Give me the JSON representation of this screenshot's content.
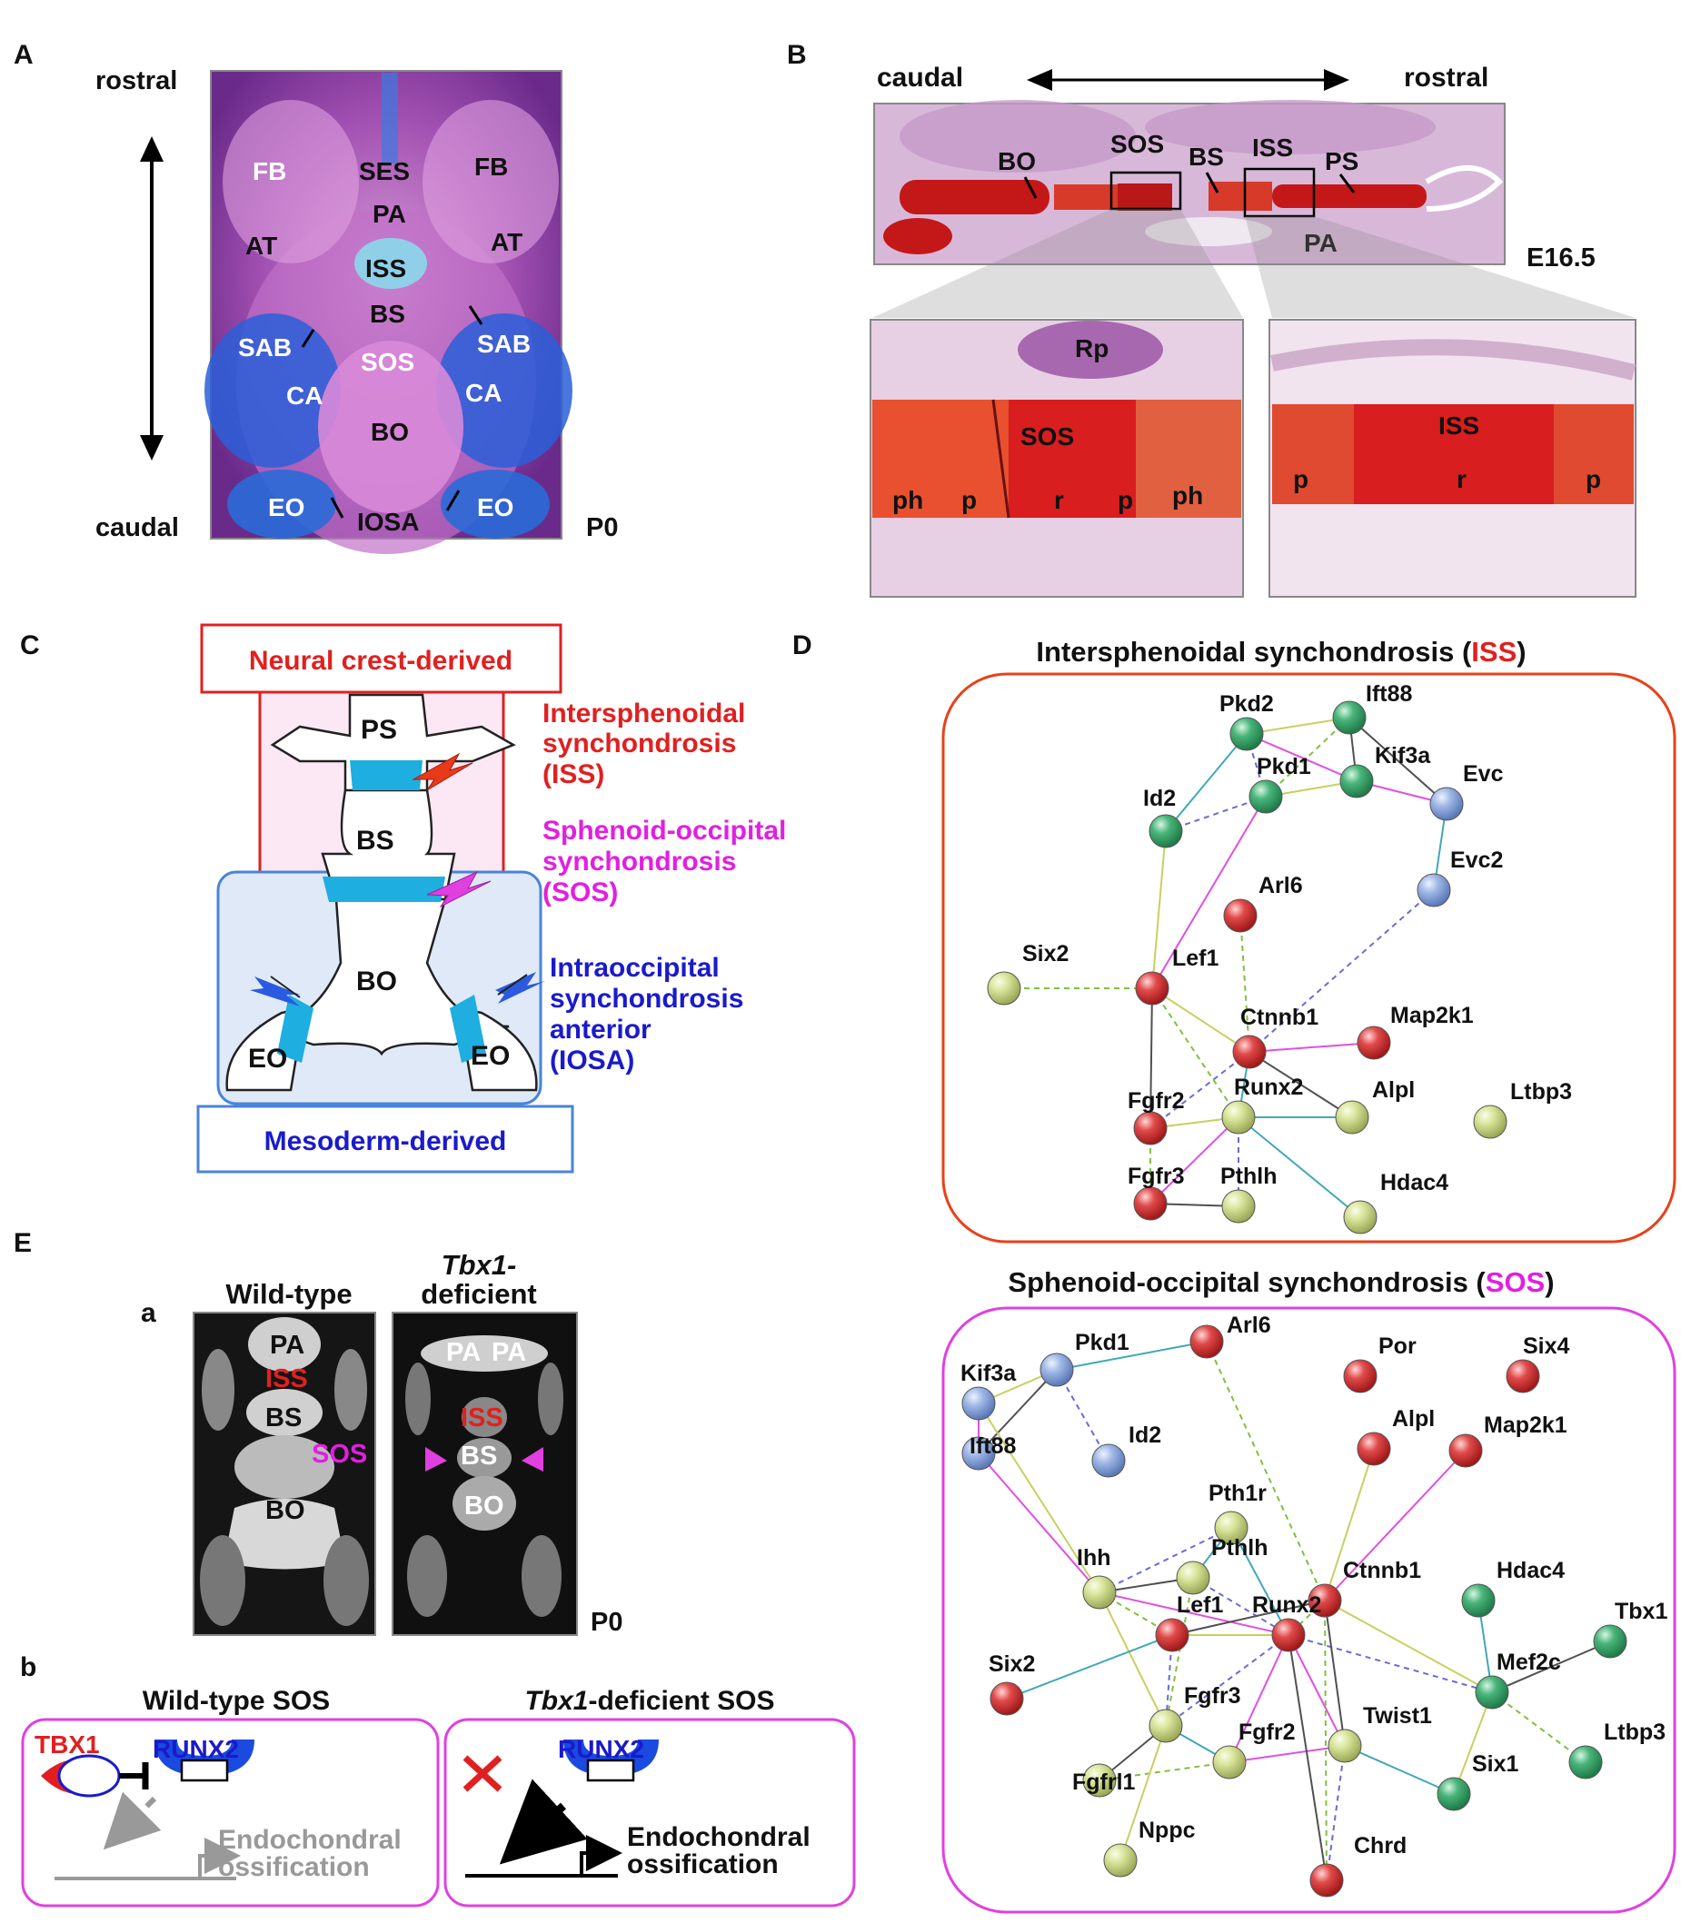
{
  "panelA": {
    "letter": "A",
    "rostral": "rostral",
    "caudal": "caudal",
    "stage": "P0",
    "labels": [
      "FB",
      "SES",
      "FB",
      "PA",
      "AT",
      "AT",
      "ISS",
      "BS",
      "SAB",
      "SAB",
      "SOS",
      "CA",
      "CA",
      "BO",
      "EO",
      "IOSA",
      "EO"
    ]
  },
  "panelB": {
    "letter": "B",
    "caudal": "caudal",
    "rostral": "rostral",
    "stage": "E16.5",
    "top_labels": [
      "BO",
      "SOS",
      "BS",
      "ISS",
      "PS",
      "PA"
    ],
    "left_inset": [
      "Rp",
      "SOS",
      "ph",
      "p",
      "r",
      "p",
      "ph"
    ],
    "right_inset": [
      "ISS",
      "p",
      "r",
      "p"
    ]
  },
  "panelC": {
    "letter": "C",
    "neural_crest": "Neural crest-derived",
    "mesoderm": "Mesoderm-derived",
    "bones": [
      "PS",
      "BS",
      "BO",
      "EO",
      "EO"
    ],
    "iss": [
      "Intersphenoidal",
      "synchondrosis",
      "(ISS)"
    ],
    "sos": [
      "Sphenoid-occipital",
      "synchondrosis",
      "(SOS)"
    ],
    "iosa": [
      "Intraoccipital",
      "synchondrosis",
      "anterior",
      "(IOSA)"
    ]
  },
  "panelD": {
    "letter": "D",
    "iss_title": {
      "pre": "Intersphenoidal synchondrosis (",
      "key": "ISS",
      "post": ")"
    },
    "sos_title": {
      "pre": "Sphenoid-occipital synchondrosis (",
      "key": "SOS",
      "post": ")"
    },
    "iss_nodes": [
      {
        "id": "Pkd2",
        "c": "g"
      },
      {
        "id": "Ift88",
        "c": "g"
      },
      {
        "id": "Kif3a",
        "c": "g"
      },
      {
        "id": "Pkd1",
        "c": "g"
      },
      {
        "id": "Id2",
        "c": "g"
      },
      {
        "id": "Evc",
        "c": "b"
      },
      {
        "id": "Evc2",
        "c": "b"
      },
      {
        "id": "Arl6",
        "c": "r"
      },
      {
        "id": "Lef1",
        "c": "r"
      },
      {
        "id": "Ctnnb1",
        "c": "r"
      },
      {
        "id": "Map2k1",
        "c": "r"
      },
      {
        "id": "Fgfr2",
        "c": "r"
      },
      {
        "id": "Fgfr3",
        "c": "r"
      },
      {
        "id": "Six2",
        "c": "y"
      },
      {
        "id": "Runx2",
        "c": "y"
      },
      {
        "id": "Alpl",
        "c": "y"
      },
      {
        "id": "Ltbp3",
        "c": "y"
      },
      {
        "id": "Pthlh",
        "c": "y"
      },
      {
        "id": "Hdac4",
        "c": "y"
      }
    ],
    "sos_nodes": [
      {
        "id": "Pkd1",
        "c": "b"
      },
      {
        "id": "Kif3a",
        "c": "b"
      },
      {
        "id": "Ift88",
        "c": "b"
      },
      {
        "id": "Id2",
        "c": "b"
      },
      {
        "id": "Arl6",
        "c": "r"
      },
      {
        "id": "Por",
        "c": "r"
      },
      {
        "id": "Six4",
        "c": "r"
      },
      {
        "id": "Alpl",
        "c": "r"
      },
      {
        "id": "Map2k1",
        "c": "r"
      },
      {
        "id": "Pth1r",
        "c": "y"
      },
      {
        "id": "Ihh",
        "c": "y"
      },
      {
        "id": "Pthlh",
        "c": "y"
      },
      {
        "id": "Ctnnb1",
        "c": "r"
      },
      {
        "id": "Hdac4",
        "c": "g"
      },
      {
        "id": "Tbx1",
        "c": "g"
      },
      {
        "id": "Lef1",
        "c": "r"
      },
      {
        "id": "Runx2",
        "c": "r"
      },
      {
        "id": "Mef2c",
        "c": "g"
      },
      {
        "id": "Six2",
        "c": "r"
      },
      {
        "id": "Twist1",
        "c": "y"
      },
      {
        "id": "Fgfr3",
        "c": "y"
      },
      {
        "id": "Fgfr2",
        "c": "y"
      },
      {
        "id": "Fgfrl1",
        "c": "y"
      },
      {
        "id": "Ltbp3",
        "c": "g"
      },
      {
        "id": "Six1",
        "c": "g"
      },
      {
        "id": "Nppc",
        "c": "y"
      },
      {
        "id": "Chrd",
        "c": "r"
      }
    ]
  },
  "panelE": {
    "letter": "E",
    "a": {
      "sub": "a",
      "wt": "Wild-type",
      "tbx_italic": "Tbx1-",
      "tbx_rest": "deficient",
      "stage": "P0",
      "wt_labels": [
        "PA",
        "ISS",
        "BS",
        "SOS",
        "BO"
      ],
      "ko_labels": [
        "PA",
        "PA",
        "ISS",
        "BS",
        "BO"
      ]
    },
    "b": {
      "sub": "b",
      "wt_title": "Wild-type SOS",
      "ko_title_italic": "Tbx1",
      "ko_title_rest": "-deficient SOS",
      "tbx1": "TBX1",
      "runx2": "RUNX2",
      "endo1": "Endochondral",
      "endo2": "ossification"
    }
  },
  "colors": {
    "red": "#e02020",
    "magenta": "#e020e0",
    "blue": "#1a1acc",
    "iss_border": "#e8401a",
    "sos_border": "#e040e0"
  }
}
